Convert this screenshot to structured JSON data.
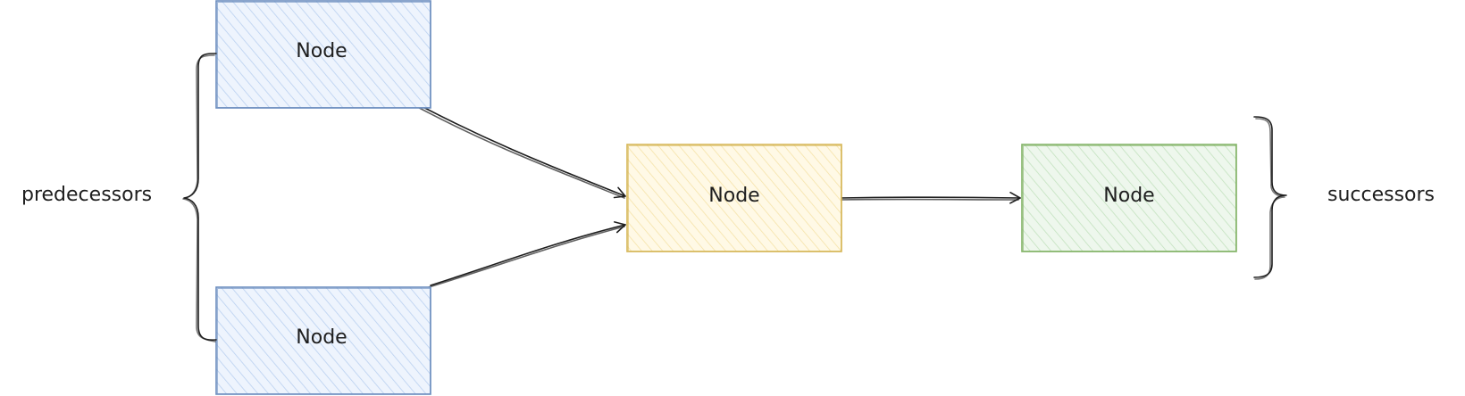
{
  "colors": {
    "blue_stroke": "#6c8ebf",
    "blue_fill": "#dae8fc",
    "yellow_stroke": "#d6b656",
    "yellow_fill": "#fff2cc",
    "green_stroke": "#82b366",
    "green_fill": "#d5e8d4",
    "ink": "#1e1e1e"
  },
  "nodes": {
    "predecessor_top": {
      "label": "Node",
      "color": "blue"
    },
    "predecessor_bottom": {
      "label": "Node",
      "color": "blue"
    },
    "center": {
      "label": "Node",
      "color": "yellow"
    },
    "successor": {
      "label": "Node",
      "color": "green"
    }
  },
  "labels": {
    "predecessors": "predecessors",
    "successors": "successors"
  },
  "edges": [
    {
      "from": "predecessor_top",
      "to": "center"
    },
    {
      "from": "predecessor_bottom",
      "to": "center"
    },
    {
      "from": "center",
      "to": "successor"
    }
  ]
}
